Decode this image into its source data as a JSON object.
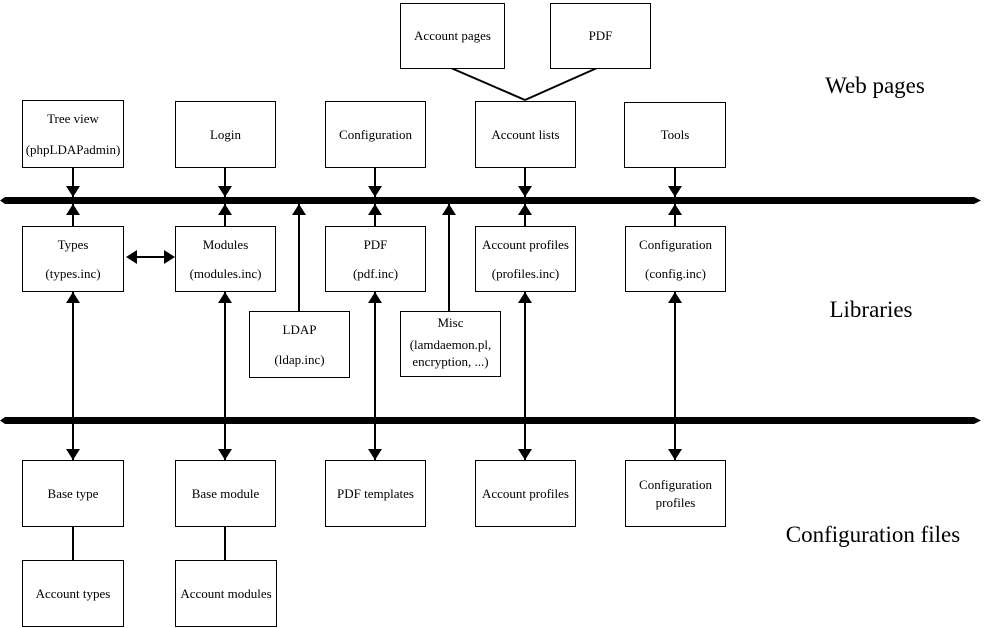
{
  "layer_labels": {
    "web_pages": "Web pages",
    "libraries": "Libraries",
    "configuration_files": "Configuration files"
  },
  "nodes": {
    "account_pages": {
      "lines": [
        "Account pages"
      ]
    },
    "pdf_page": {
      "lines": [
        "PDF"
      ]
    },
    "tree_view": {
      "lines": [
        "Tree view",
        "(phpLDAPadmin)"
      ]
    },
    "login": {
      "lines": [
        "Login"
      ]
    },
    "configuration_page": {
      "lines": [
        "Configuration"
      ]
    },
    "account_lists": {
      "lines": [
        "Account lists"
      ]
    },
    "tools": {
      "lines": [
        "Tools"
      ]
    },
    "types_lib": {
      "lines": [
        "Types",
        "(types.inc)"
      ]
    },
    "modules_lib": {
      "lines": [
        "Modules",
        "(modules.inc)"
      ]
    },
    "pdf_lib": {
      "lines": [
        "PDF",
        "(pdf.inc)"
      ]
    },
    "account_profiles_lib": {
      "lines": [
        "Account profiles",
        "(profiles.inc)"
      ]
    },
    "configuration_lib": {
      "lines": [
        "Configuration",
        "(config.inc)"
      ]
    },
    "ldap_lib": {
      "lines": [
        "LDAP",
        "(ldap.inc)"
      ]
    },
    "misc_lib": {
      "lines": [
        "Misc",
        "(lamdaemon.pl,",
        "encryption, ...)"
      ]
    },
    "base_type": {
      "lines": [
        "Base type"
      ]
    },
    "base_module": {
      "lines": [
        "Base module"
      ]
    },
    "pdf_templates": {
      "lines": [
        "PDF templates"
      ]
    },
    "account_profiles_file": {
      "lines": [
        "Account profiles"
      ]
    },
    "configuration_profiles": {
      "lines": [
        "Configuration",
        "profiles"
      ]
    },
    "account_types": {
      "lines": [
        "Account types"
      ]
    },
    "account_modules": {
      "lines": [
        "Account modules"
      ]
    }
  },
  "colors": {
    "line": "#000000",
    "box_background": "#ffffff",
    "text": "#000000"
  }
}
